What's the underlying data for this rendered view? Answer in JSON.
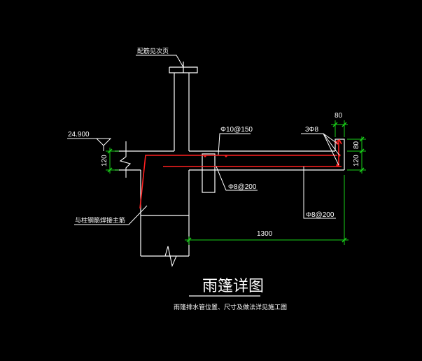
{
  "labels": {
    "top_note": "配筋见次页",
    "elevation": "24.900",
    "bar_top": "Φ10@150",
    "bars_end": "3Φ8",
    "stirrup_left": "Φ8@200",
    "stirrup_right": "Φ8@200",
    "anchor_note": "与柱钢筋焊接主筋"
  },
  "dimensions": {
    "end_width": "80",
    "end_height": "80",
    "slab_thickness_right": "120",
    "slab_thickness_left": "120",
    "projection": "1300"
  },
  "title": {
    "main": "雨篷详图",
    "note": "雨篷排水管位置、尺寸及做法详见施工图"
  },
  "colors": {
    "background": "#000000",
    "outline": "#ffffff",
    "rebar": "#ff2020",
    "dimension": "#19d019",
    "annotation": "#ffffff"
  }
}
